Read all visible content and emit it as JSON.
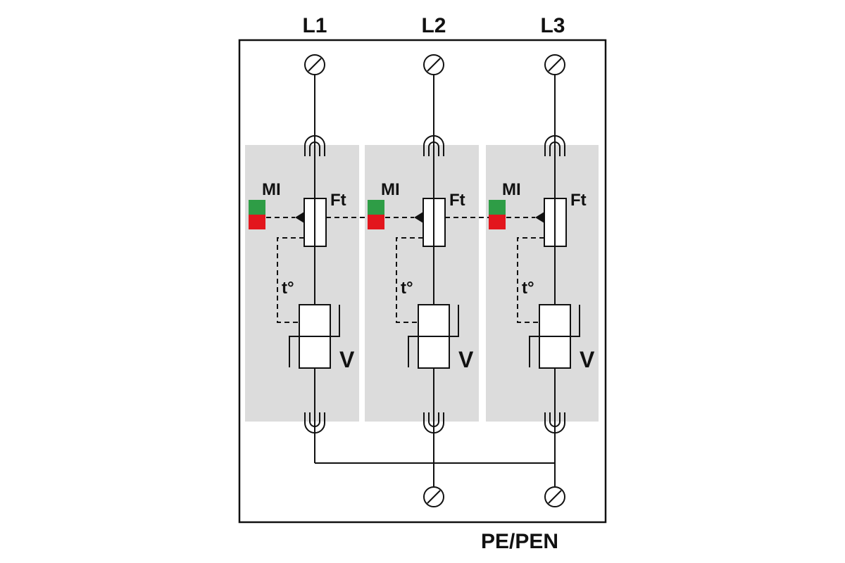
{
  "labels": {
    "phases": [
      "L1",
      "L2",
      "L3"
    ],
    "mi": "MI",
    "ft": "Ft",
    "temp": "t°",
    "varistor": "V",
    "ground": "PE/PEN"
  },
  "colors": {
    "line": "#111111",
    "module_bg": "#dcdcdc",
    "indicator_ok": "#2e9d46",
    "indicator_fault": "#e3161d",
    "background": "#ffffff"
  }
}
